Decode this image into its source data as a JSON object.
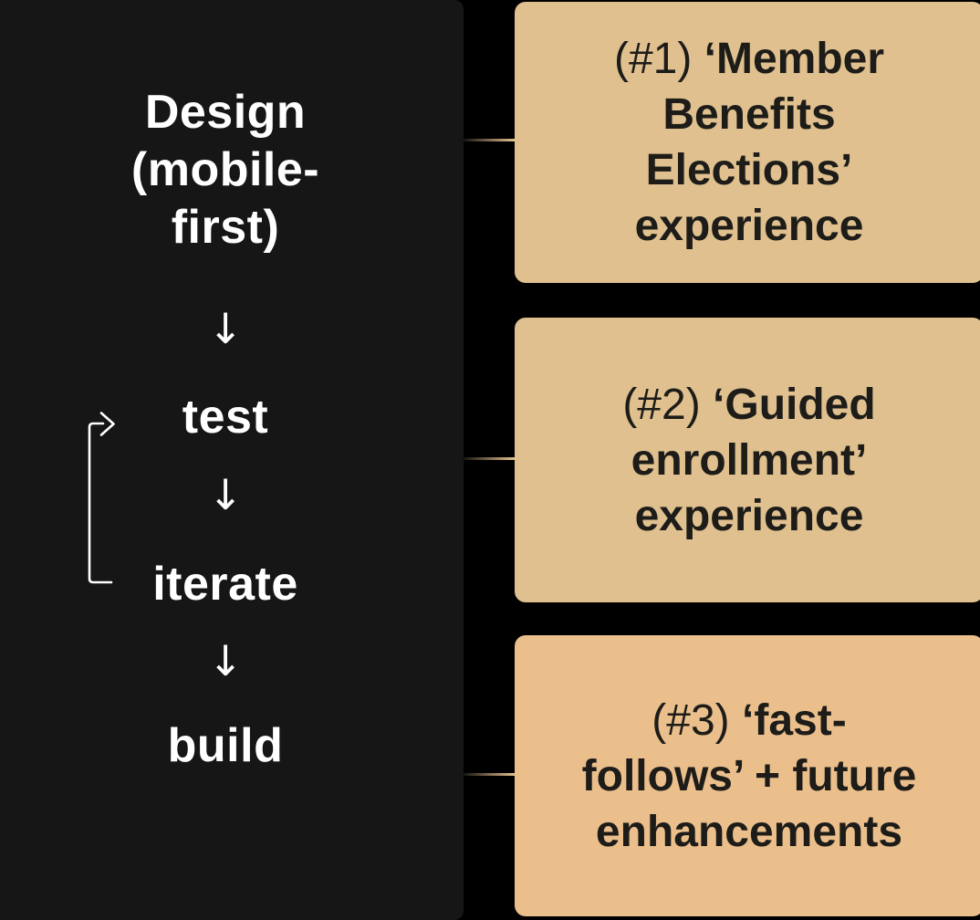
{
  "colors": {
    "page_bg": "#000000",
    "panel_bg": "#161616",
    "panel_text": "#ffffff",
    "box_bg": "#dfc08e",
    "box3_bg": "#ebbf8c",
    "box_text": "#1d1c19"
  },
  "panel": {
    "title": "Design\n(mobile-\nfirst)",
    "arrow_down": "↓",
    "steps": [
      {
        "label": "test"
      },
      {
        "label": "iterate"
      },
      {
        "label": "build"
      }
    ],
    "loop": "iterate loops back to test"
  },
  "boxes": [
    {
      "prefix": "(#1) ",
      "title": "‘Member\nBenefits\nElections’\nexperience"
    },
    {
      "prefix": "(#2) ",
      "title": "‘Guided\nenrollment’\nexperience"
    },
    {
      "prefix": "(#3) ",
      "title": "‘fast-\nfollows’ + future\nenhancements"
    }
  ]
}
